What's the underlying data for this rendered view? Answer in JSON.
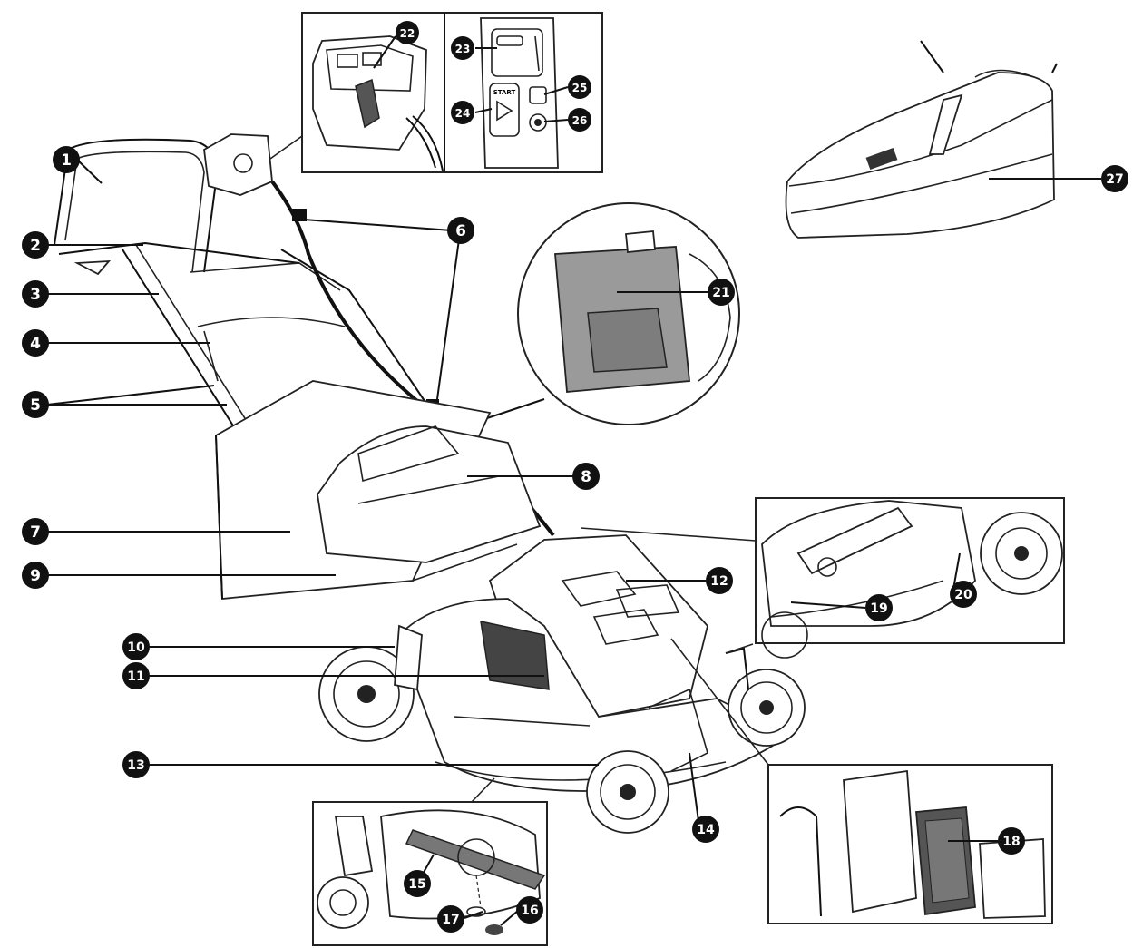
{
  "badges": {
    "b1": "1",
    "b2": "2",
    "b3": "3",
    "b4": "4",
    "b5": "5",
    "b6": "6",
    "b7": "7",
    "b8": "8",
    "b9": "9",
    "b10": "10",
    "b11": "11",
    "b12": "12",
    "b13": "13",
    "b14": "14",
    "b15": "15",
    "b16": "16",
    "b17": "17",
    "b18": "18",
    "b19": "19",
    "b20": "20",
    "b21": "21",
    "b22": "22",
    "b23": "23",
    "b24": "24",
    "b25": "25",
    "b26": "26",
    "b27": "27"
  },
  "control_panel": {
    "start_label": "START"
  },
  "colors": {
    "line": "#111111",
    "badge": "#111111",
    "grey_part": "#9a9a9a",
    "background": "#ffffff"
  }
}
